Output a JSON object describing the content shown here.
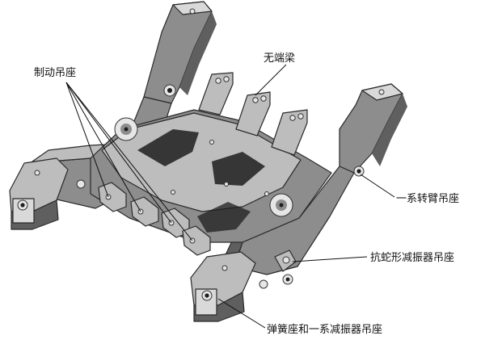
{
  "labels": {
    "brake_hanger": "制动吊座",
    "no_end_beam": "无端梁",
    "primary_arm_seat": "一系转臂吊座",
    "yaw_damper_seat": "抗蛇形减振器吊座",
    "spring_and_damper_seat": "弹簧座和一系减振器吊座"
  },
  "colors": {
    "metal_dark": "#5f5f5f",
    "metal_mid": "#8d8d8d",
    "metal_light": "#bdbdbd",
    "text": "#111111"
  }
}
